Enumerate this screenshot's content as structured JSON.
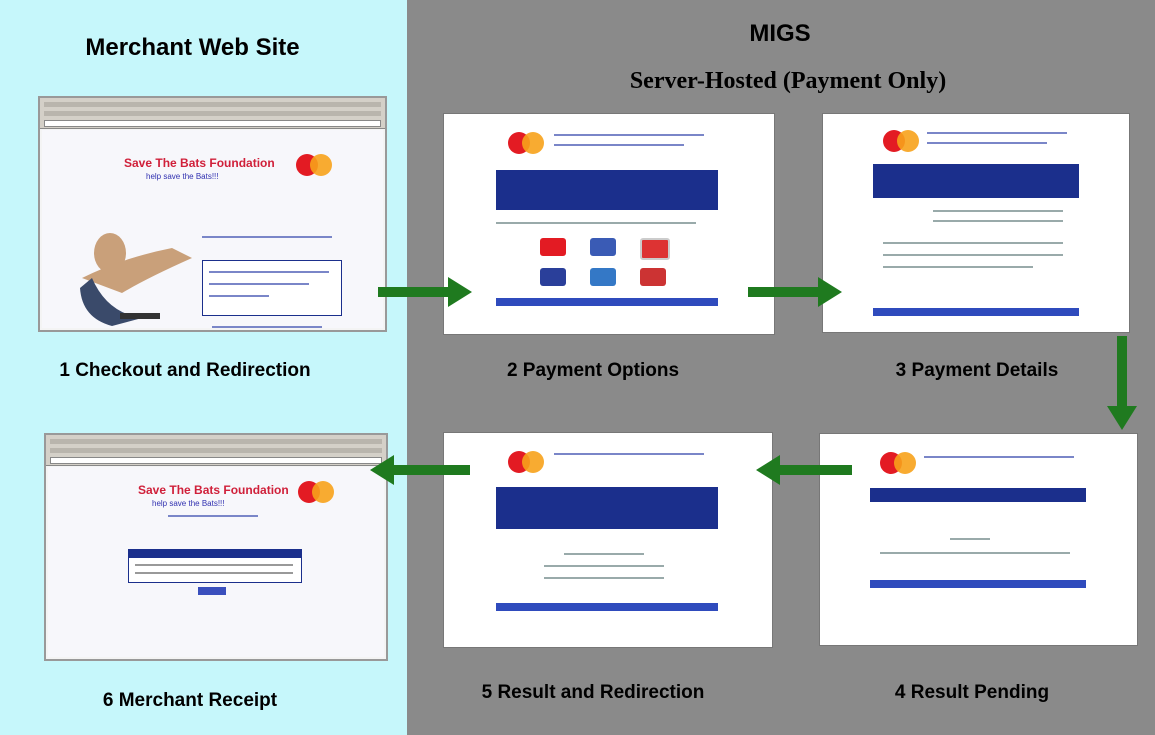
{
  "merchant_panel": {
    "title": "Merchant Web Site"
  },
  "migs_panel": {
    "title": "MIGS",
    "subtitle": "Server-Hosted (Payment Only)"
  },
  "steps": [
    {
      "label": "1 Checkout and Redirection"
    },
    {
      "label": "2 Payment Options"
    },
    {
      "label": "3 Payment Details"
    },
    {
      "label": "4 Result Pending"
    },
    {
      "label": "5 Result and Redirection"
    },
    {
      "label": "6 Merchant Receipt"
    }
  ],
  "colors": {
    "merchant_bg": "#c6f7fb",
    "migs_bg": "#8a8a8a",
    "arrow": "#1f7a1f",
    "band": "#1b2f8c"
  },
  "icons": [
    "mastercard-logo-icon",
    "right-arrow-icon",
    "down-arrow-icon",
    "left-arrow-icon"
  ]
}
